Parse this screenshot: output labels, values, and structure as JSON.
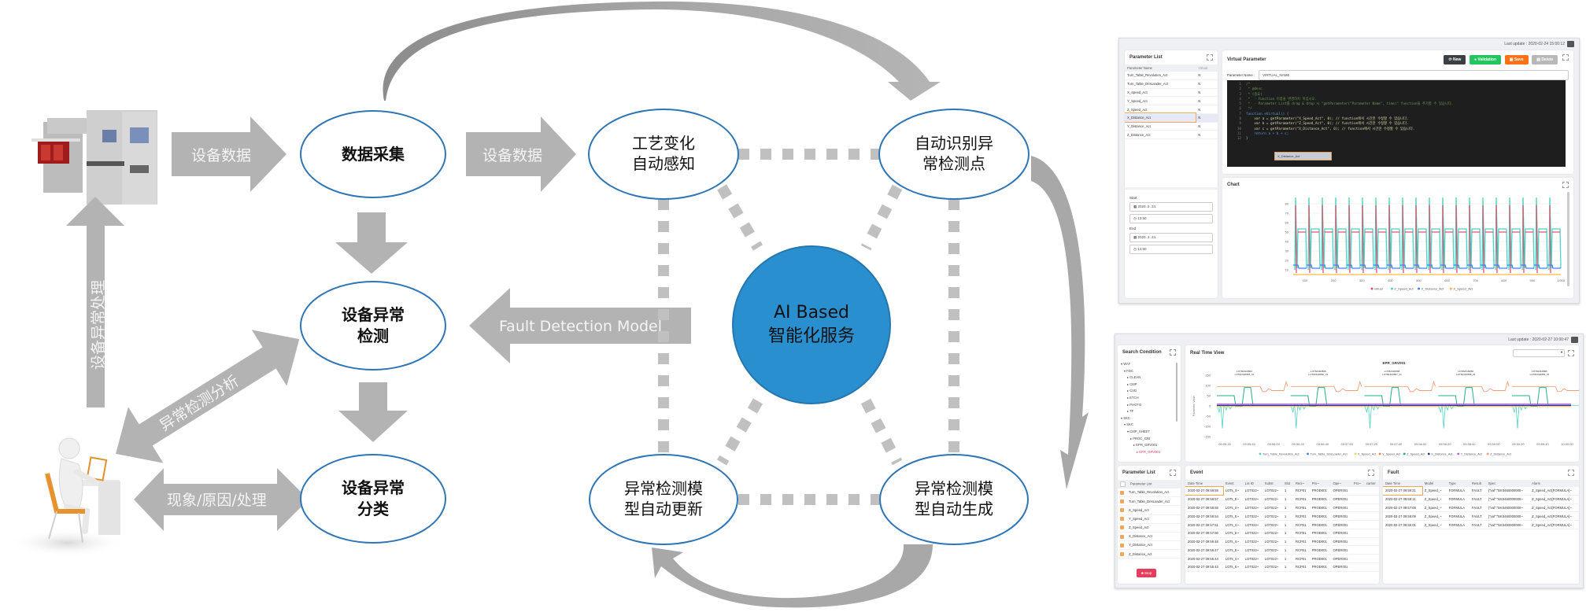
{
  "diagram": {
    "nodes": {
      "data_collection": "数据采集",
      "anomaly_detection": [
        "设备异常",
        "检测"
      ],
      "anomaly_classification": [
        "设备异常",
        "分类"
      ],
      "process_change": [
        "工艺变化",
        "自动感知"
      ],
      "auto_identify": [
        "自动识别异",
        "常检测点"
      ],
      "model_update": [
        "异常检测模",
        "型自动更新"
      ],
      "model_generate": [
        "异常检测模",
        "型自动生成"
      ],
      "ai_center": [
        "AI Based",
        "智能化服务"
      ]
    },
    "arrows": {
      "equipment_data_1": "设备数据",
      "equipment_data_2": "设备数据",
      "fault_detection_model": "Fault Detection Model",
      "anomaly_handling": "设备异常处理",
      "anomaly_analysis": "异常检测分析",
      "phenomenon_cause_action": "现象/原因/处理"
    },
    "colors": {
      "node_border": "#2e75b6",
      "ai_center_fill": "#2a8fcf",
      "arrow_fill": "#b3b3b3",
      "arrow_dark": "#8c8c8c",
      "dotted_link": "#c0c0c0"
    },
    "images": {
      "equipment": "semiconductor-equipment-image",
      "operator": "operator-at-laptop-image"
    }
  },
  "screen1": {
    "last_update": "Last update : 2020-02-24 15:00:12",
    "param_panel": {
      "title": "Parameter List",
      "columns": [
        "Parameter Name",
        "Virtual"
      ],
      "rows": [
        [
          "Turn_Table_Revolution_Act",
          "N"
        ],
        [
          "Turn_Table_DrisLoader_Act",
          "N"
        ],
        [
          "X_Speed_Act",
          "N"
        ],
        [
          "Y_Speed_Act",
          "N"
        ],
        [
          "Z_Speed_Act",
          "N"
        ],
        [
          "X_Distance_Act",
          "N"
        ],
        [
          "Y_Distance_Act",
          "N"
        ],
        [
          "Z_Distance_Act",
          "N"
        ]
      ],
      "selected_index": 5,
      "start_label": "Start",
      "start_date": "2020. 2. 24.",
      "start_time": "13:50",
      "end_label": "End",
      "end_date": "2020. 2. 24.",
      "end_time": "14:50"
    },
    "virtual_panel": {
      "title": "Virtual Parameter",
      "buttons": {
        "new": "New",
        "validation": "Validation",
        "save": "Save",
        "delete": "Delete"
      },
      "param_name_label": "Parameter Name :",
      "param_name_value": "VIRTUAL_NAME",
      "code_lines": [
        "/*",
        " * @desc",
        " * (중요)",
        " *  - Function 이름을 변경하지 마십시오.",
        " *  - Parameter List를 drag & drop 시 \"getParameter(\"Parameter Name\", time)\" function을 추가할 수 있습니다.",
        " */",
        "function eVirtual() {",
        "    var a = getParameter(\"X_Speed_Act\", 0); // function에서 시간만 수정할 수 있습니다.",
        "    var b = getParameter(\"Z_Speed_Act\", 0); // function에서 시간만 수정할 수 있습니다.",
        "    var c = getParameter(\"X_Distance_Act\", 0); // function에서 시간만 수정할 수 있습니다.",
        "    return a + b + c;",
        "}"
      ],
      "autocomplete": "X_Distance_Act"
    },
    "chart_panel": {
      "title": "Chart",
      "y_ticks": [
        "80",
        "70",
        "60",
        "50",
        "40",
        "30",
        "20",
        "10"
      ],
      "x_ticks": [
        "100",
        "200",
        "300",
        "400",
        "500",
        "600",
        "700",
        "800",
        "900",
        "1,000"
      ],
      "legend": [
        "virtual",
        "Z_Speed_Act",
        "X_Distance_Act",
        "X_Speed_Act"
      ],
      "legend_colors": [
        "#e8506a",
        "#4fd1c5",
        "#3b82f6",
        "#f6b93b"
      ]
    }
  },
  "screen2": {
    "last_update": "Last update : 2020-02-27 10:00:47",
    "search_panel": {
      "title": "Search Condition",
      "tree": [
        {
          "label": "WAF",
          "depth": 0
        },
        {
          "label": "FDC",
          "depth": 1
        },
        {
          "label": "CLEAN",
          "depth": 2
        },
        {
          "label": "CMP",
          "depth": 2
        },
        {
          "label": "CVD",
          "depth": 2
        },
        {
          "label": "ETCH",
          "depth": 2
        },
        {
          "label": "PHOTO",
          "depth": 2
        },
        {
          "label": "TF",
          "depth": 2
        },
        {
          "label": "SKC",
          "depth": 0
        },
        {
          "label": "SKC",
          "depth": 1
        },
        {
          "label": "CMP_SHEET",
          "depth": 2
        },
        {
          "label": "PROC_GRI",
          "depth": 3
        },
        {
          "label": "EPR_GRV001",
          "depth": 4
        },
        {
          "label": "EPR_GRV001",
          "depth": 5,
          "active": true
        }
      ]
    },
    "realtime_panel": {
      "title": "Real Time View",
      "chart_title": "EPR_GRV001",
      "y_label": "Parameter Value",
      "y_ticks": [
        "150",
        "100",
        "50",
        "0",
        "-50",
        "-100",
        "-150"
      ],
      "x_ticks": [
        "09:55:20",
        "09:55:40",
        "09:56:00",
        "09:56:20",
        "09:56:40",
        "09:57:00",
        "09:57:20",
        "09:57:40",
        "09:58:00",
        "09:58:20",
        "09:58:40",
        "09:59:00",
        "09:59:20",
        "09:59:40",
        "10:00:00"
      ],
      "annotations": [
        "LOT8231R864 / LOT8231R865_01",
        "LOT8231R866 / LOT8231R866_01",
        "LOT8231R866 / LOT8231R867_01",
        "LOT8231R866 / LOT8231R868_01",
        "LOT8231R866 / LOT8231R869_01"
      ],
      "legend": [
        "Turn_Table_Revolution_Act",
        "Turn_Table_DrisLoader_Act",
        "X_Speed_Act",
        "Y_Speed_Act",
        "Z_Speed_Act",
        "X_Distance_Act",
        "Y_Distance_Act",
        "Z_Distance_Act"
      ],
      "legend_colors": [
        "#4fd1c5",
        "#3b82f6",
        "#f6d365",
        "#f6853b",
        "#22b07d",
        "#1e3a8a",
        "#c056e8",
        "#f29e7a"
      ]
    },
    "param_list": {
      "title": "Parameter List",
      "header": "Parameter List",
      "items": [
        "Turn_Table_Revolution_Act",
        "Turn_Table_DrisLoader_Act",
        "X_Speed_Act",
        "Y_Speed_Act",
        "Z_Speed_Act",
        "X_Distance_Act",
        "Y_Distance_Act",
        "Z_Distance_Act"
      ],
      "stop_button": "Stop"
    },
    "event_panel": {
      "title": "Event",
      "columns": [
        "Date Time",
        "Event",
        "Lot ID",
        "Subst",
        "Slot",
        "Reci~",
        "Pro~",
        "Ope~",
        "Pro~",
        "carrier"
      ],
      "rows": [
        [
          "2020-02-27 09:59:58",
          "LOTs_S~",
          "LOT022~",
          "LOT022~",
          "1",
          "RCP01",
          "PROD001",
          "OPER001",
          "",
          ""
        ],
        [
          "2020-02-27 09:59:57",
          "LOTs_E~",
          "LOT022~",
          "LOT022~",
          "1",
          "RCP01",
          "PROD001",
          "OPER001",
          "",
          ""
        ],
        [
          "2020-02-27 09:58:55",
          "LOTs_S~",
          "LOT022~",
          "LOT022~",
          "1",
          "RCP01",
          "PROD001",
          "OPER001",
          "",
          ""
        ],
        [
          "2020-02-27 09:58:54",
          "LOTs_E~",
          "LOT022~",
          "LOT022~",
          "1",
          "RCP01",
          "PROD001",
          "OPER001",
          "",
          ""
        ],
        [
          "2020-02-27 09:57:51",
          "LOTs_S~",
          "LOT022~",
          "LOT022~",
          "1",
          "RCP01",
          "PROD001",
          "OPER001",
          "",
          ""
        ],
        [
          "2020-02-27 09:57:50",
          "LOTs_E~",
          "LOT022~",
          "LOT022~",
          "1",
          "RCP01",
          "PROD001",
          "OPER001",
          "",
          ""
        ],
        [
          "2020-02-27 09:56:48",
          "LOTs_S~",
          "LOT022~",
          "LOT022~",
          "1",
          "RCP01",
          "PROD001",
          "OPER001",
          "",
          ""
        ],
        [
          "2020-02-27 09:56:47",
          "LOTs_E~",
          "LOT022~",
          "LOT022~",
          "1",
          "RCP01",
          "PROD001",
          "OPER001",
          "",
          ""
        ],
        [
          "2020-02-27 09:55:44",
          "LOTs_S~",
          "LOT022~",
          "LOT022~",
          "1",
          "RCP01",
          "PROD001",
          "OPER001",
          "",
          ""
        ],
        [
          "2020-02-27 09:55:43",
          "LOTs_E~",
          "LOT022~",
          "LOT022~",
          "1",
          "RCP01",
          "PROD001",
          "OPER001",
          "",
          ""
        ]
      ]
    },
    "fault_panel": {
      "title": "Fault",
      "columns": [
        "Date Time",
        "Model",
        "Type",
        "Result",
        "Spec",
        "Alarm"
      ],
      "rows": [
        [
          "2020-02-27 09:59:21",
          "Z_Speed_~",
          "FORMULA",
          "FAULT",
          "{\"val\":\"58.5460000000~",
          "Z_Speed_Act[FORMULA]~"
        ],
        [
          "2020-02-27 09:58:11",
          "Z_Speed_~",
          "FORMULA",
          "FAULT",
          "{\"val\":\"58.5460000000~",
          "Z_Speed_Act[FORMULA]~"
        ],
        [
          "2020-02-27 09:57:08",
          "Z_Speed_~",
          "FORMULA",
          "FAULT",
          "{\"val\":\"58.5460000000~",
          "Z_Speed_Act[FORMULA]~"
        ],
        [
          "2020-02-27 09:56:09",
          "Z_Speed_~",
          "FORMULA",
          "FAULT",
          "{\"val\":\"58.5460000000~",
          "Z_Speed_Act[FORMULA]~"
        ],
        [
          "2020-02-27 09:55:01",
          "Z_Speed_~",
          "FORMULA",
          "FAULT",
          "{\"val\":\"58.5460000000~",
          "Z_Speed_Act[FORMULA]~"
        ]
      ]
    }
  }
}
